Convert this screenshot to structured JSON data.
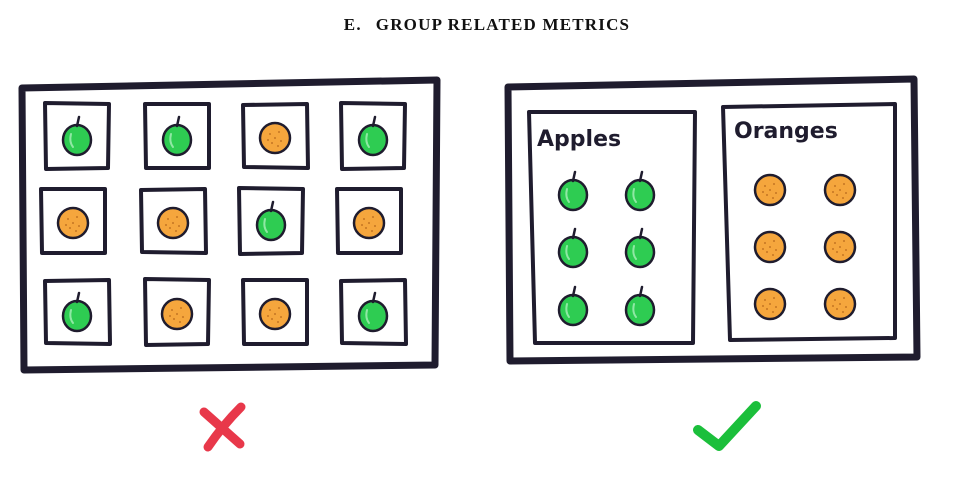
{
  "section": {
    "number": "E.",
    "title": "GROUP RELATED METRICS"
  },
  "bad_example": {
    "grid_rows": [
      [
        "apple",
        "apple",
        "orange",
        "apple"
      ],
      [
        "orange",
        "orange",
        "apple",
        "orange"
      ],
      [
        "apple",
        "orange",
        "orange",
        "apple"
      ]
    ],
    "verdict_icon": "cross-icon",
    "verdict_color": "#e8384a"
  },
  "good_example": {
    "groups": [
      {
        "label": "Apples",
        "fruit": "apple",
        "count": 6
      },
      {
        "label": "Oranges",
        "fruit": "orange",
        "count": 6
      }
    ],
    "verdict_icon": "checkmark-icon",
    "verdict_color": "#1bbf3b"
  },
  "colors": {
    "ink": "#1f1c2e",
    "apple": "#2ecc52",
    "orange": "#f5a63d"
  }
}
